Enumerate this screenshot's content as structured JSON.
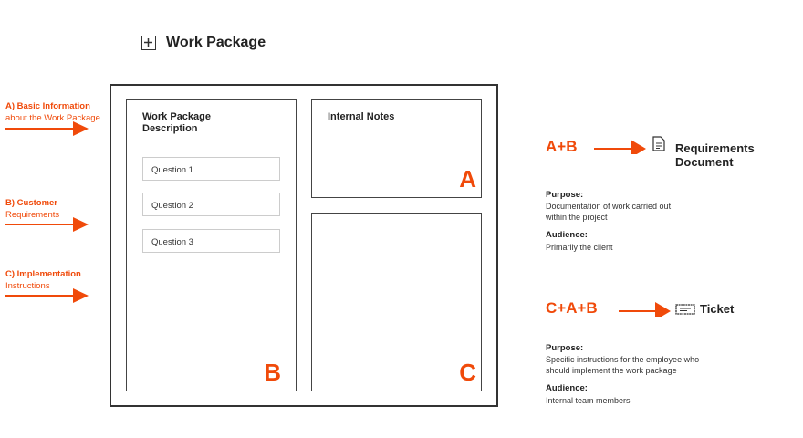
{
  "title": "Work Package",
  "left_labels": [
    {
      "title": "A) Basic Information",
      "sub": "about the Work Package"
    },
    {
      "title": "B) Customer",
      "sub": "Requirements"
    },
    {
      "title": "C) Implementation",
      "sub": "Instructions"
    }
  ],
  "panels": {
    "description_title": "Work Package Description",
    "questions": [
      "Question 1",
      "Question 2",
      "Question 3"
    ],
    "notes_title": "Internal Notes",
    "letter_a": "A",
    "letter_b": "B",
    "letter_c": "C"
  },
  "outputs": [
    {
      "formula": "A+B",
      "name": "Requirements Document",
      "icon": "document-icon",
      "purpose_label": "Purpose:",
      "purpose": "Documentation of work carried out within the project",
      "audience_label": "Audience:",
      "audience": "Primarily the client"
    },
    {
      "formula": "C+A+B",
      "name": "Ticket",
      "icon": "ticket-icon",
      "purpose_label": "Purpose:",
      "purpose": "Specific instructions for the employee who should implement the work package",
      "audience_label": "Audience:",
      "audience": "Internal team members"
    }
  ],
  "colors": {
    "accent": "#f04a0a"
  }
}
